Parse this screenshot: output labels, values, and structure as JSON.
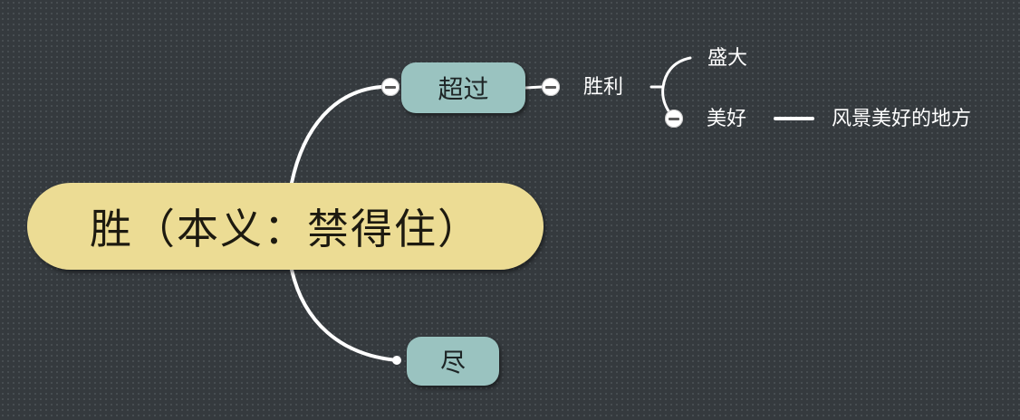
{
  "root": {
    "label": "胜（本义：禁得住）"
  },
  "branches": [
    {
      "label": "超过",
      "children": [
        {
          "label": "胜利",
          "children": [
            {
              "label": "盛大"
            },
            {
              "label": "美好",
              "children": [
                {
                  "label": "风景美好的地方"
                }
              ]
            }
          ]
        }
      ]
    },
    {
      "label": "尽"
    }
  ],
  "colors": {
    "background": "#353a3e",
    "root_fill": "#ecdc94",
    "branch_fill": "#9ac3c0",
    "connector": "#ffffff",
    "leaf_text": "#ffffff"
  },
  "icons": {
    "collapse": "minus-circle-icon",
    "branch_end": "dot-icon"
  }
}
